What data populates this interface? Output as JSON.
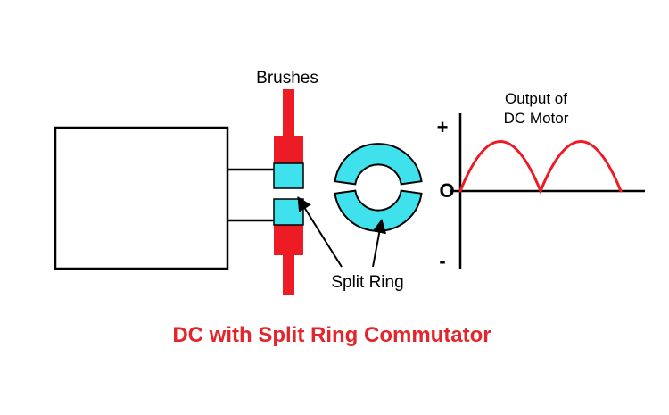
{
  "title": "DC with Split Ring Commutator",
  "labels": {
    "brushes": "Brushes",
    "split_ring": "Split Ring",
    "output_line1": "Output of",
    "output_line2": "DC Motor",
    "plus": "+",
    "origin": "O",
    "minus": "-"
  },
  "colors": {
    "red": "#ed1c24",
    "cyan": "#3fe2ec",
    "ink": "#000000",
    "titleRed": "#e2262c"
  }
}
